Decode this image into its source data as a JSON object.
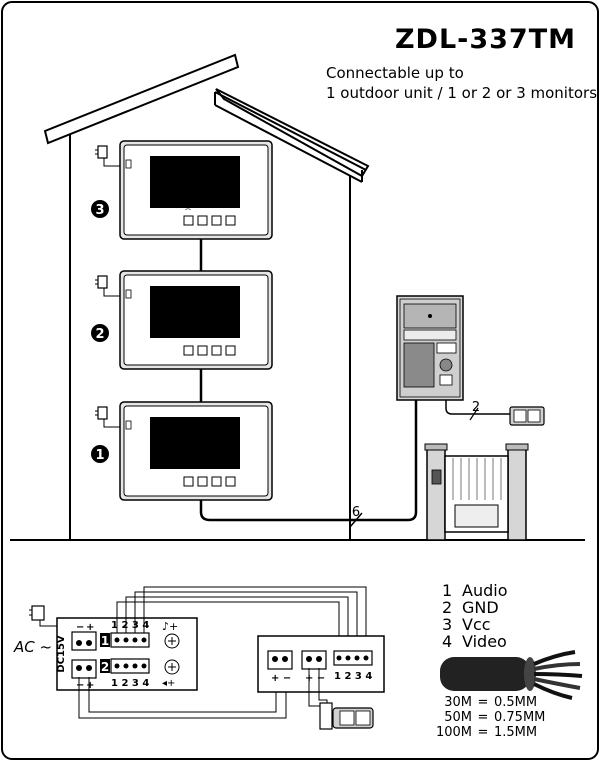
{
  "header": {
    "model": "ZDL-337TM",
    "subtitle_line1": "Connectable up to",
    "subtitle_line2": "1 outdoor unit / 1 or 2 or 3 monitors"
  },
  "monitors": [
    {
      "label": "3"
    },
    {
      "label": "2"
    },
    {
      "label": "1"
    }
  ],
  "wiring": {
    "main_cable_count": "6",
    "lock_cable_count": "2"
  },
  "wiring_diagram": {
    "power_label": "AC ~",
    "dc_label": "DC15V",
    "port_1": "1",
    "port_2": "2",
    "pin_numbers": "1 2 3 4",
    "dc_minus": "−",
    "dc_plus": "+",
    "outdoor_pins": "1 2 3 4",
    "plus_minus_a": "+ −",
    "plus_minus_b": "+ −"
  },
  "legend": {
    "items": [
      {
        "num": "1",
        "label": "Audio"
      },
      {
        "num": "2",
        "label": "GND"
      },
      {
        "num": "3",
        "label": "Vcc"
      },
      {
        "num": "4",
        "label": "Video"
      }
    ],
    "cable_specs": [
      {
        "length": "30M",
        "eq": "=",
        "size": "0.5MM"
      },
      {
        "length": "50M",
        "eq": "=",
        "size": "0.75MM"
      },
      {
        "length": "100M",
        "eq": "=",
        "size": "1.5MM"
      }
    ]
  }
}
